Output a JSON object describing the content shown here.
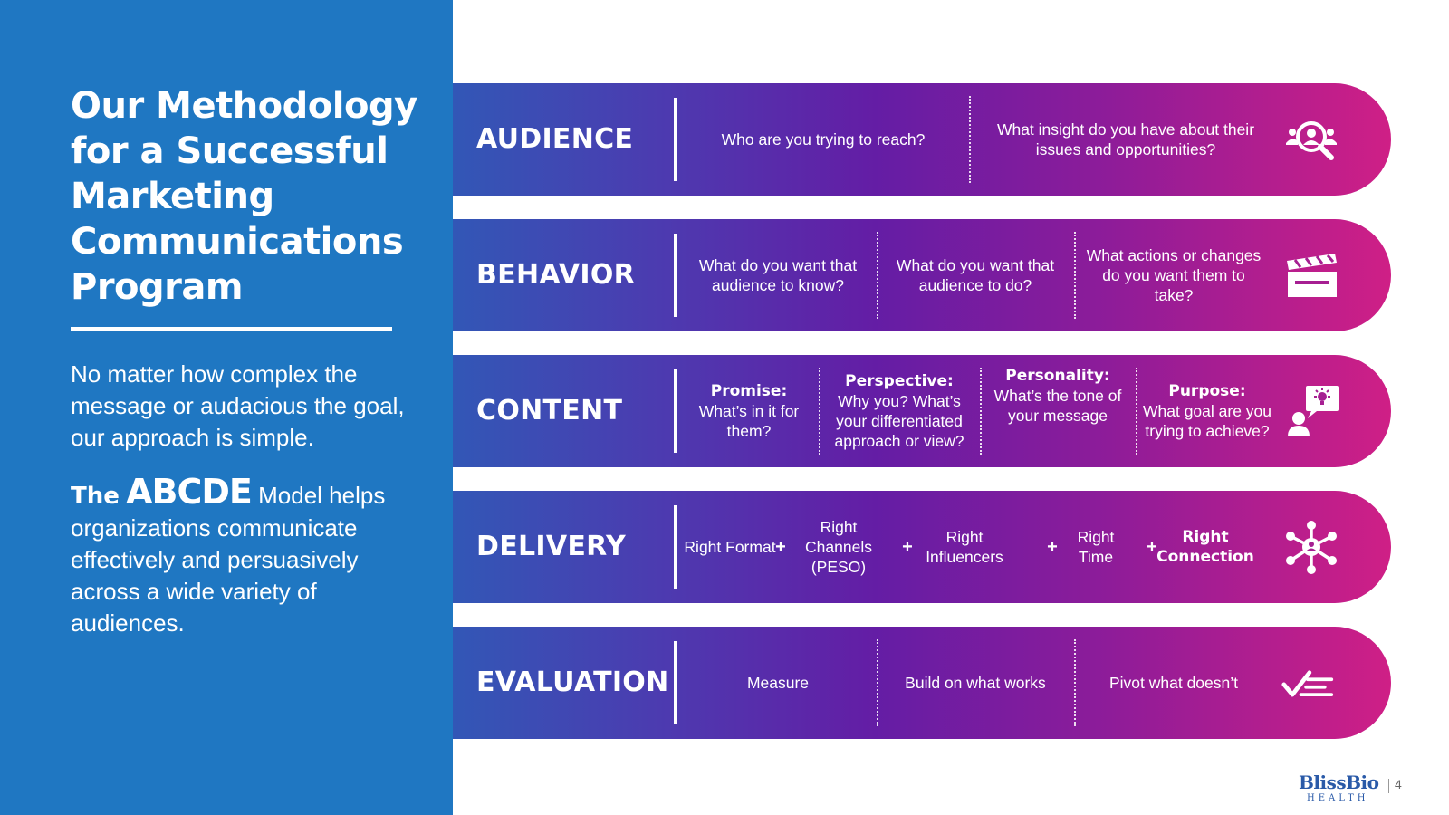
{
  "left": {
    "title": "Our Methodology for a Successful Marketing Communications Program",
    "paragraph1": "No matter how complex the message or audacious the goal, our approach is simple.",
    "paragraph2_the": "The",
    "paragraph2_abcde": "ABCDE",
    "paragraph2_rest": "Model helps organizations communicate effectively and persuasively across a wide variety of audiences."
  },
  "audience": {
    "name": "AUDIENCE",
    "q1": "Who are you trying to reach?",
    "q2": "What insight do you have about their issues and opportunities?",
    "icon": "audience-target-icon"
  },
  "behavior": {
    "name": "BEHAVIOR",
    "q1": "What do you want that audience to know?",
    "q2": "What do you want that audience to do?",
    "q3": "What actions or changes do you want them to take?",
    "icon": "clapperboard-icon"
  },
  "content": {
    "name": "CONTENT",
    "items": [
      {
        "title": "Promise:",
        "text": "What’s in it for them?"
      },
      {
        "title": "Perspective:",
        "text": "Why you? What’s your differentiated approach or view?"
      },
      {
        "title": "Personality:",
        "text": "What’s the tone of your message"
      },
      {
        "title": "Purpose:",
        "text": "What goal are you trying to achieve?"
      }
    ],
    "icon": "person-idea-icon"
  },
  "delivery": {
    "name": "DELIVERY",
    "items": [
      "Right Format",
      "Right Channels (PESO)",
      "Right Influencers",
      "Right Time",
      "Right Connection"
    ],
    "plus": "+",
    "icon": "network-hub-icon"
  },
  "evaluation": {
    "name": "EVALUATION",
    "items": [
      "Measure",
      "Build on what works",
      "Pivot what doesn’t"
    ],
    "icon": "checklist-icon"
  },
  "footer": {
    "logo": "BlissBio",
    "logo_sub": "HEALTH",
    "page": "4"
  },
  "colors": {
    "left_panel": "#1f77c2",
    "band_start": "#3257b6",
    "band_mid": "#641da5",
    "band_end": "#cf1f86",
    "logo": "#2a5aa8"
  }
}
